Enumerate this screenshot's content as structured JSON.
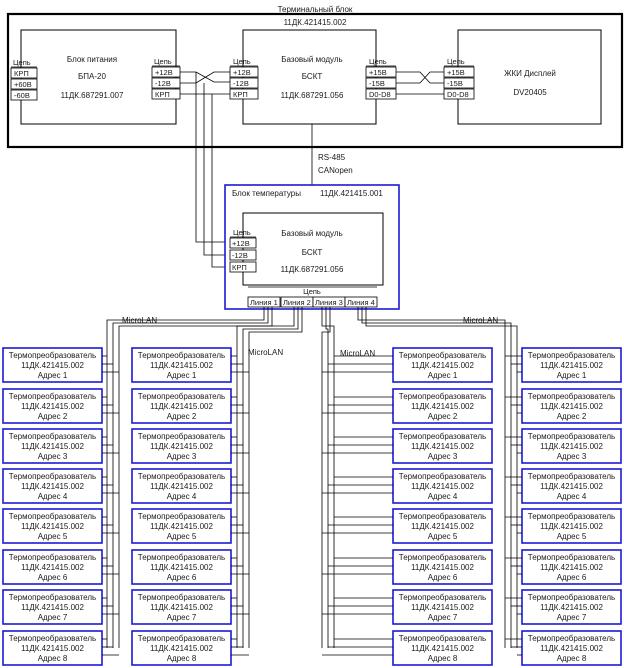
{
  "terminal_block": {
    "title": "Терминальный блок",
    "code": "11ДК.421415.002"
  },
  "power_block": {
    "title": "Блок питания",
    "model": "БПА-20",
    "code": "11ДК.687291.007",
    "left_header": "Цепь",
    "left_pins": [
      "КРП",
      "+60В",
      "-60В"
    ],
    "right_header": "Цепь",
    "right_pins": [
      "+12В",
      "-12В",
      "КРП"
    ]
  },
  "base_module_top": {
    "title": "Базовый модуль",
    "model": "БСКТ",
    "code": "11ДК.687291.056",
    "left_header": "Цепь",
    "left_pins": [
      "+12В",
      "-12В",
      "КРП"
    ],
    "right_header": "Цепь",
    "right_pins": [
      "+15В",
      "-15В",
      "D0-D8"
    ]
  },
  "lcd_display": {
    "title": "ЖКИ Дисплей",
    "model": "DV20405",
    "left_header": "Цепь",
    "left_pins": [
      "+15В",
      "-15В",
      "D0-D8"
    ]
  },
  "bus": {
    "line1": "RS-485",
    "line2": "CANopen"
  },
  "temperature_block": {
    "title": "Блок температуры",
    "code": "11ДК.421415.001"
  },
  "base_module_inner": {
    "title": "Базовый модуль",
    "model": "БСКТ",
    "code": "11ДК.687291.056",
    "left_header": "Цепь",
    "left_pins": [
      "+12В",
      "-12В",
      "КРП"
    ],
    "lines_header": "Цепь",
    "lines": [
      "Линия 1",
      "Линия 2",
      "Линия 3",
      "Линия 4"
    ]
  },
  "buses": [
    "MicroLAN",
    "MicroLAN",
    "MicroLAN",
    "MicroLAN"
  ],
  "sensor_name": "Термопреобразователь",
  "sensor_code": "11ДК.421415.002",
  "sensor_groups": [
    {
      "addresses": [
        "Адрес 1",
        "Адрес 2",
        "Адрес 3",
        "Адрес 4",
        "Адрес 5",
        "Адрес 6",
        "Адрес 7",
        "Адрес 8"
      ]
    },
    {
      "addresses": [
        "Адрес 1",
        "Адрес 2",
        "Адрес 3",
        "Адрес 4",
        "Адрес 5",
        "Адрес 6",
        "Адрес 7",
        "Адрес 8"
      ]
    },
    {
      "addresses": [
        "Адрес 1",
        "Адрес 2",
        "Адрес 3",
        "Адрес 4",
        "Адрес 5",
        "Адрес 6",
        "Адрес 7",
        "Адрес 8"
      ]
    },
    {
      "addresses": [
        "Адрес 1",
        "Адрес 2",
        "Адрес 3",
        "Адрес 4",
        "Адрес 5",
        "Адрес 6",
        "Адрес 7",
        "Адрес 8"
      ]
    }
  ],
  "colors": {
    "sensor_border": "#1a1ad6",
    "block_border": "#1a1ad6",
    "line": "#000000"
  }
}
